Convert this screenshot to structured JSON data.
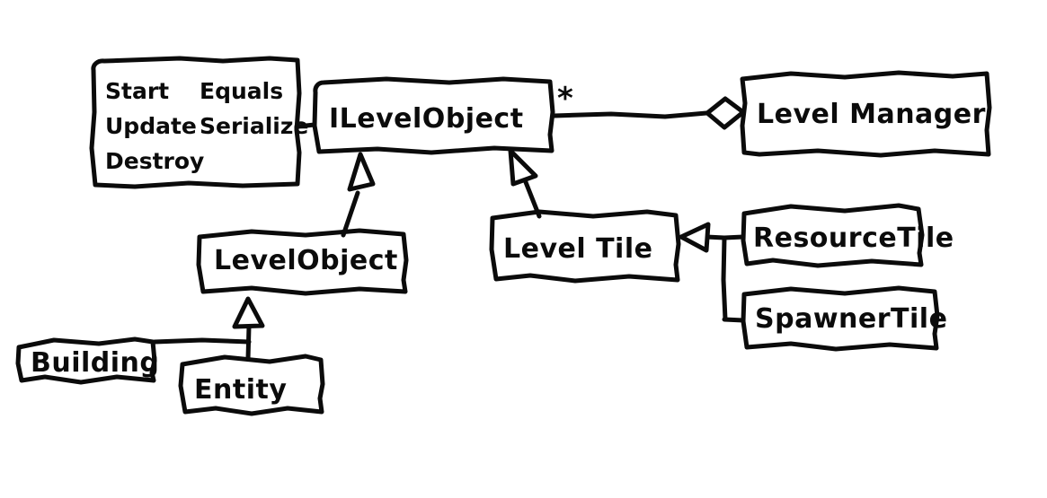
{
  "diagram": {
    "title": "Level system UML class diagram",
    "style": "hand-drawn whiteboard sketch",
    "stroke_color": "#0b0b0b",
    "background_color": "#ffffff",
    "classes": {
      "methods_box": {
        "name": "methods-box",
        "column_left": [
          "Start",
          "Update",
          "Destroy"
        ],
        "column_right": [
          "Equals",
          "Serialize"
        ]
      },
      "ilevelobject": {
        "label": "ILevelObject",
        "multiplicity": "*"
      },
      "levelmanager": {
        "label": "Level Manager"
      },
      "levelobject": {
        "label": "LevelObject"
      },
      "leveltile": {
        "label": "Level Tile"
      },
      "resourcetile": {
        "label": "ResourceTile"
      },
      "spawnertile": {
        "label": "SpawnerTile"
      },
      "building": {
        "label": "Building"
      },
      "entity": {
        "label": "Entity"
      }
    },
    "relations": [
      {
        "name": "ilevelobject-aggregated-by-levelmanager",
        "from": "ILevelObject",
        "to": "Level Manager",
        "type": "aggregation",
        "multiplicity": "*"
      },
      {
        "name": "levelobject-implements-ilevelobject",
        "from": "LevelObject",
        "to": "ILevelObject",
        "type": "generalization"
      },
      {
        "name": "leveltile-implements-ilevelobject",
        "from": "Level Tile",
        "to": "ILevelObject",
        "type": "generalization"
      },
      {
        "name": "resourcetile-extends-leveltile",
        "from": "ResourceTile",
        "to": "Level Tile",
        "type": "generalization"
      },
      {
        "name": "spawnertile-extends-leveltile",
        "from": "SpawnerTile",
        "to": "Level Tile",
        "type": "generalization"
      },
      {
        "name": "entity-extends-levelobject",
        "from": "Entity",
        "to": "LevelObject",
        "type": "generalization"
      },
      {
        "name": "building-extends-levelobject",
        "from": "Building",
        "to": "LevelObject",
        "type": "generalization"
      },
      {
        "name": "methods-attached-to-ilevelobject",
        "from": "methods-box",
        "to": "ILevelObject",
        "type": "note-link"
      }
    ]
  }
}
